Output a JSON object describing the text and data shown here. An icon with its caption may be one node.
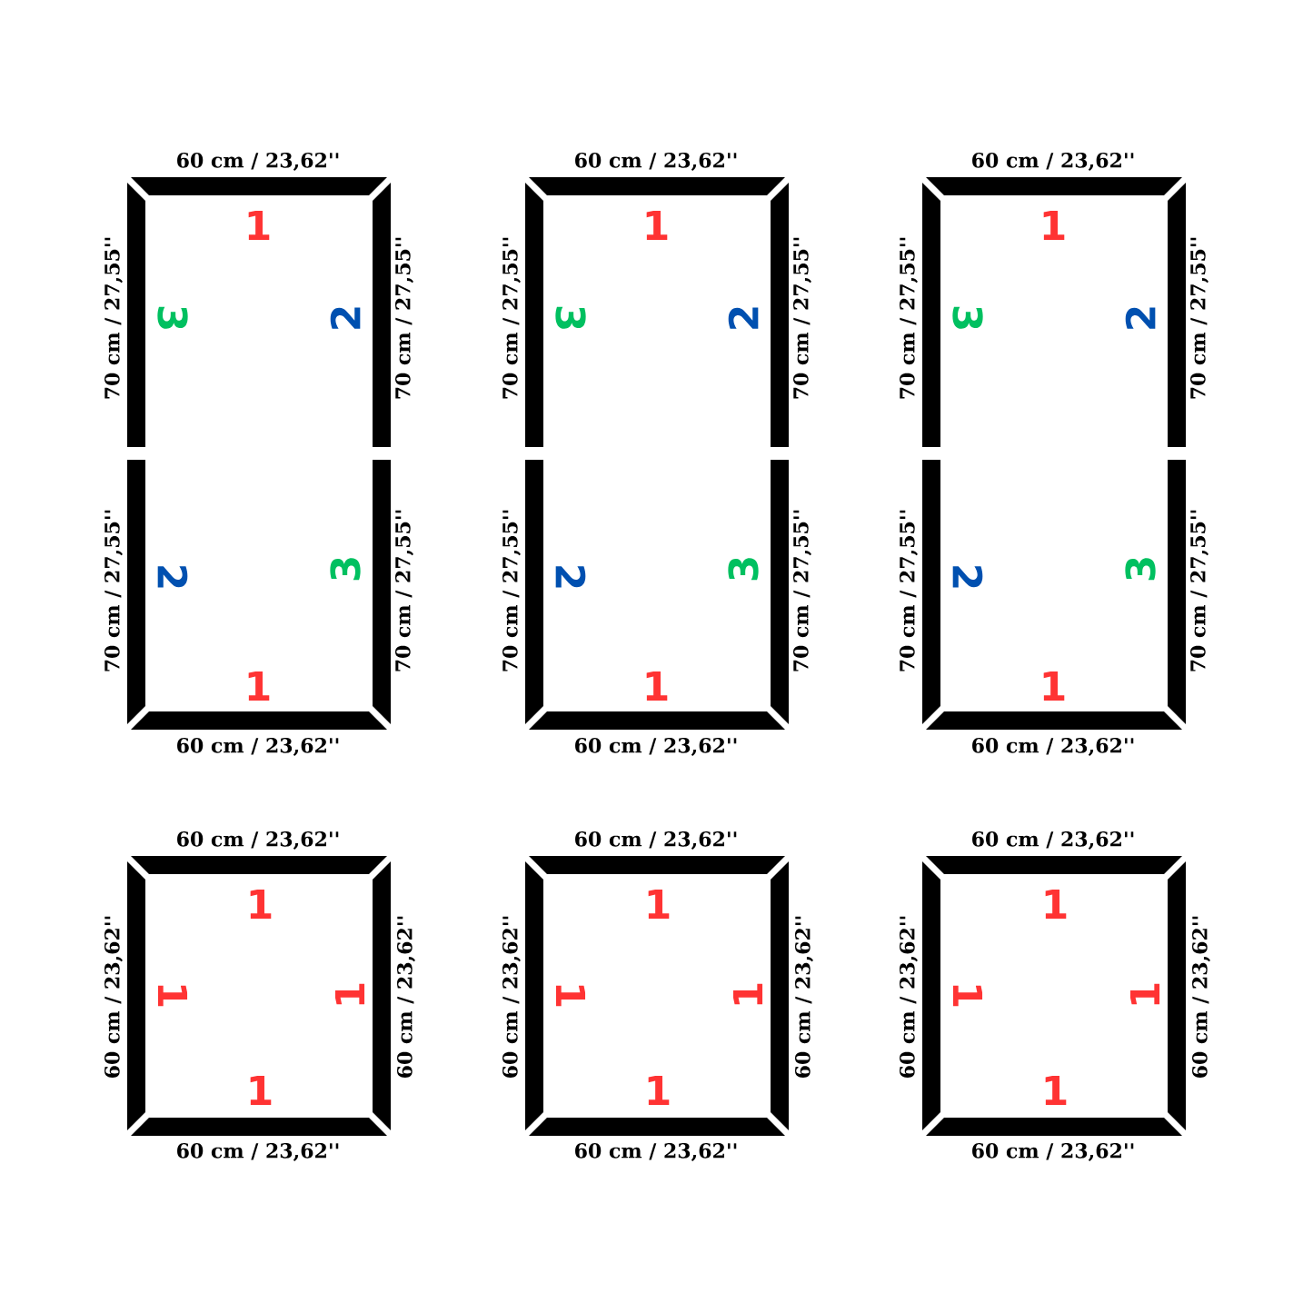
{
  "diagram": {
    "labels": [
      "60 cm / 23,62''",
      "1",
      "70 cm / 27,55''",
      "3",
      "2",
      "70 cm / 27,55''",
      "70 cm / 27,55''",
      "2",
      "3",
      "70 cm / 27,55''",
      "1",
      "60 cm / 23,62''",
      "60 cm / 23,62''",
      "1",
      "70 cm / 27,55''",
      "3",
      "2",
      "70 cm / 27,55''",
      "70 cm / 27,55''",
      "2",
      "3",
      "70 cm / 27,55''",
      "1",
      "60 cm / 23,62''",
      "60 cm / 23,62''",
      "1",
      "70 cm / 27,55''",
      "3",
      "2",
      "70 cm / 27,55''",
      "70 cm / 27,55''",
      "2",
      "3",
      "70 cm / 27,55''",
      "1",
      "60 cm / 23,62''",
      "60 cm / 23,62''",
      "1",
      "60 cm / 23,62''",
      "1",
      "1",
      "60 cm / 23,62''",
      "1",
      "60 cm / 23,62''",
      "60 cm / 23,62''",
      "1",
      "60 cm / 23,62''",
      "1",
      "1",
      "60 cm / 23,62''",
      "1",
      "60 cm / 23,62''",
      "60 cm / 23,62''",
      "1",
      "60 cm / 23,62''",
      "1",
      "1",
      "60 cm / 23,62''",
      "1",
      "60 cm / 23,62''"
    ]
  }
}
